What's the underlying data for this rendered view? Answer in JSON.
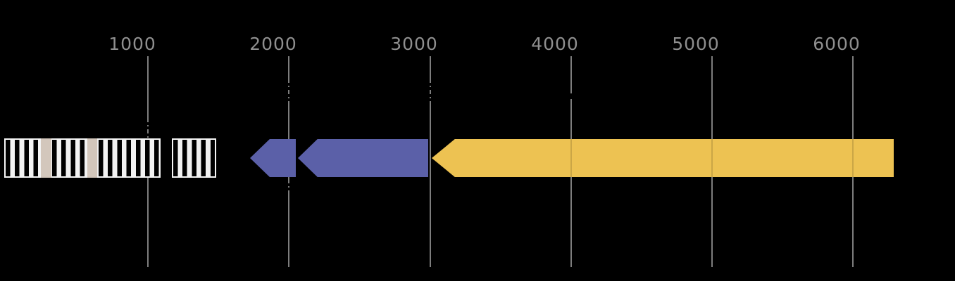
{
  "background_color": "#000000",
  "axis": {
    "tick_label_color": "#8f8f8f",
    "gridline_color": "#7d7d7d",
    "ticks": [
      {
        "label": "1000",
        "value": 1000
      },
      {
        "label": "2000",
        "value": 2000
      },
      {
        "label": "3000",
        "value": 3000
      },
      {
        "label": "4000",
        "value": 4000
      },
      {
        "label": "5000",
        "value": 5000
      },
      {
        "label": "6000",
        "value": 6000
      }
    ]
  },
  "colors": {
    "purple_arrow": "#5b60a8",
    "gold_arrow": "#edc252",
    "striped_box_stripe": "#f2f2f2",
    "striped_box_edge": "#f5f5f5",
    "striped_box_fill": "#000000",
    "tan_subfeature": "#d3c7bc"
  },
  "chart_data": {
    "type": "bar",
    "subtype": "genome-feature-map-horizontal-intervals",
    "title": "",
    "xlabel": "",
    "ylabel": "",
    "x_ticks": [
      1000,
      2000,
      3000,
      4000,
      5000,
      6000
    ],
    "x_range": [
      -50,
      6730
    ],
    "grid": true,
    "legend": false,
    "features": [
      {
        "name": "striped-segment-1",
        "start": 0,
        "end": 1090,
        "shape": "box",
        "style": "white-vertical-stripes-on-black",
        "subfeatures": [
          {
            "name": "tan-block-1",
            "start": 240,
            "end": 315,
            "color": "#d3c7bc"
          },
          {
            "name": "tan-block-2",
            "start": 570,
            "end": 640,
            "color": "#d3c7bc"
          }
        ]
      },
      {
        "name": "striped-segment-2",
        "start": 1170,
        "end": 1485,
        "shape": "box",
        "style": "white-vertical-stripes-on-black",
        "subfeatures": []
      },
      {
        "name": "purple-arrow-small",
        "start": 1725,
        "end": 2050,
        "shape": "arrow",
        "direction": "left",
        "color": "#5b60a8"
      },
      {
        "name": "purple-arrow-large",
        "start": 2065,
        "end": 2990,
        "shape": "arrow",
        "direction": "left",
        "color": "#5b60a8"
      },
      {
        "name": "gold-arrow",
        "start": 3015,
        "end": 6295,
        "shape": "arrow",
        "direction": "left",
        "color": "#edc252"
      }
    ]
  }
}
